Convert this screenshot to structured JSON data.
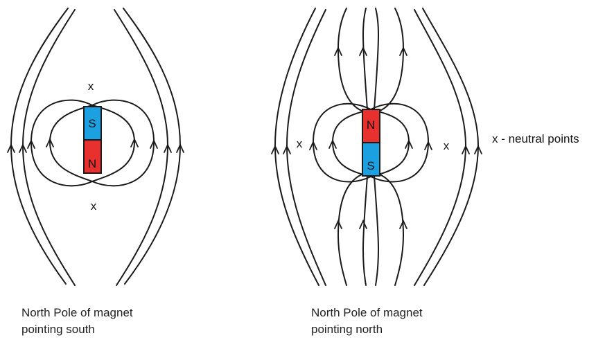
{
  "left_diagram": {
    "magnet_top_label": "S",
    "magnet_bottom_label": "N",
    "neutral_point_top": "x",
    "neutral_point_bottom": "x",
    "caption_line1": "North Pole of magnet",
    "caption_line2": "pointing south"
  },
  "right_diagram": {
    "magnet_top_label": "N",
    "magnet_bottom_label": "S",
    "neutral_point_left": "x",
    "neutral_point_right": "x",
    "caption_line1": "North Pole of magnet",
    "caption_line2": "pointing north"
  },
  "legend": "x - neutral points",
  "colors": {
    "north_pole": "#e8302e",
    "south_pole": "#1ba1e2",
    "field_line": "#1a1a1a"
  }
}
